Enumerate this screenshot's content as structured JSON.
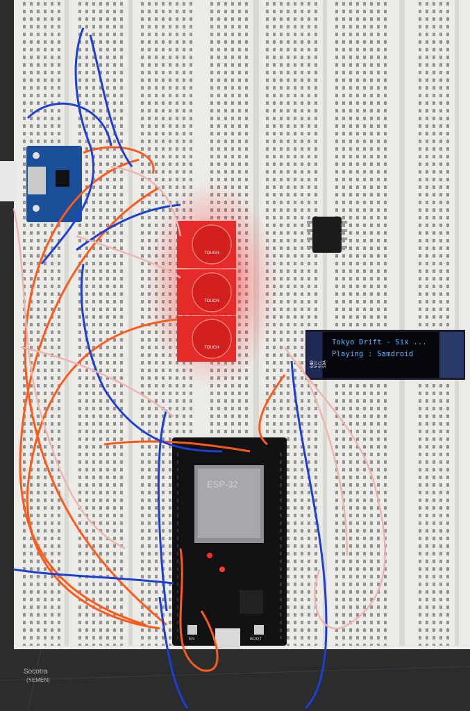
{
  "oled": {
    "line1": "Tokyo Drift - Six ...",
    "line2": "Playing : Samdroid",
    "pins": [
      "GND",
      "VCC",
      "SCL",
      "SDA"
    ]
  },
  "touch_sensors": [
    {
      "label": "TOUCH"
    },
    {
      "label": "TOUCH"
    },
    {
      "label": "TOUCH"
    }
  ],
  "esp32": {
    "module_text": "ESP-32",
    "boot_label": "BOOT",
    "en_label": "EN"
  },
  "mat": {
    "text1": "Socotra",
    "text2": "(YEMEN)"
  },
  "colors": {
    "breadboard": "#ecebe7",
    "led_red": "#ff2a2a",
    "oled_text": "#4fb8ff",
    "wire_orange": "#ff5a1a",
    "wire_blue": "#1c3fd6",
    "wire_pink": "#e9b7b0"
  }
}
